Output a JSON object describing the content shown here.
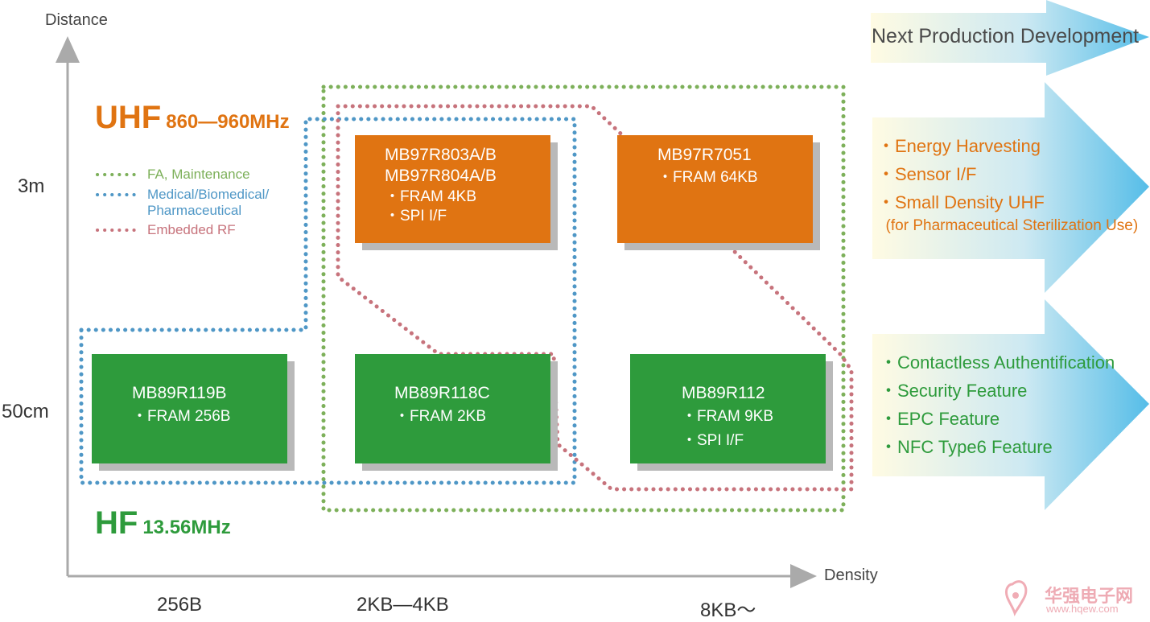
{
  "axes": {
    "y_label": "Distance",
    "x_label": "Density",
    "y_ticks": [
      "3m",
      "50cm"
    ],
    "x_ticks": [
      "256B",
      "2KB—4KB",
      "8KB〜"
    ]
  },
  "bands": {
    "uhf": {
      "name": "UHF",
      "freq": "860—960MHz",
      "color": "#e07412"
    },
    "hf": {
      "name": "HF",
      "freq": "13.56MHz",
      "color": "#2e9b3c"
    }
  },
  "legend": [
    {
      "label": "FA, Maintenance",
      "color": "#7db05a"
    },
    {
      "label": "Medical/Biomedical/\nPharmaceutical",
      "color": "#4f97c6"
    },
    {
      "label": "Embedded RF",
      "color": "#c7737c"
    }
  ],
  "products": {
    "uhf_2_4kb": {
      "lines": [
        "MB97R803A/B",
        "MB97R804A/B",
        "・FRAM 4KB",
        "・SPI I/F"
      ]
    },
    "uhf_8kb": {
      "lines": [
        "MB97R7051",
        "・FRAM 64KB"
      ]
    },
    "hf_256b": {
      "lines": [
        "MB89R119B",
        "・FRAM 256B"
      ]
    },
    "hf_2_4kb": {
      "lines": [
        "MB89R118C",
        "・FRAM 2KB"
      ]
    },
    "hf_8kb": {
      "lines": [
        "MB89R112",
        "・FRAM 9KB",
        "・SPI I/F"
      ]
    }
  },
  "next_dev": {
    "title": "Next Production Development",
    "uhf_features": [
      "・Energy Harvesting",
      "・Sensor I/F",
      "・Small Density UHF",
      "  (for Pharmaceutical Sterilization Use)"
    ],
    "hf_features": [
      "・Contactless Authentification",
      "・Security Feature",
      "・EPC Feature",
      "・NFC Type6 Feature"
    ]
  },
  "colors": {
    "orange": "#e07412",
    "green": "#2e9b3c",
    "blue_dots": "#4f97c6",
    "green_dots": "#7db05a",
    "pink_dots": "#c7737c",
    "arrow": "#5fbfe8"
  },
  "watermark": {
    "text": "华强电子网",
    "url": "www.hqew.com"
  }
}
